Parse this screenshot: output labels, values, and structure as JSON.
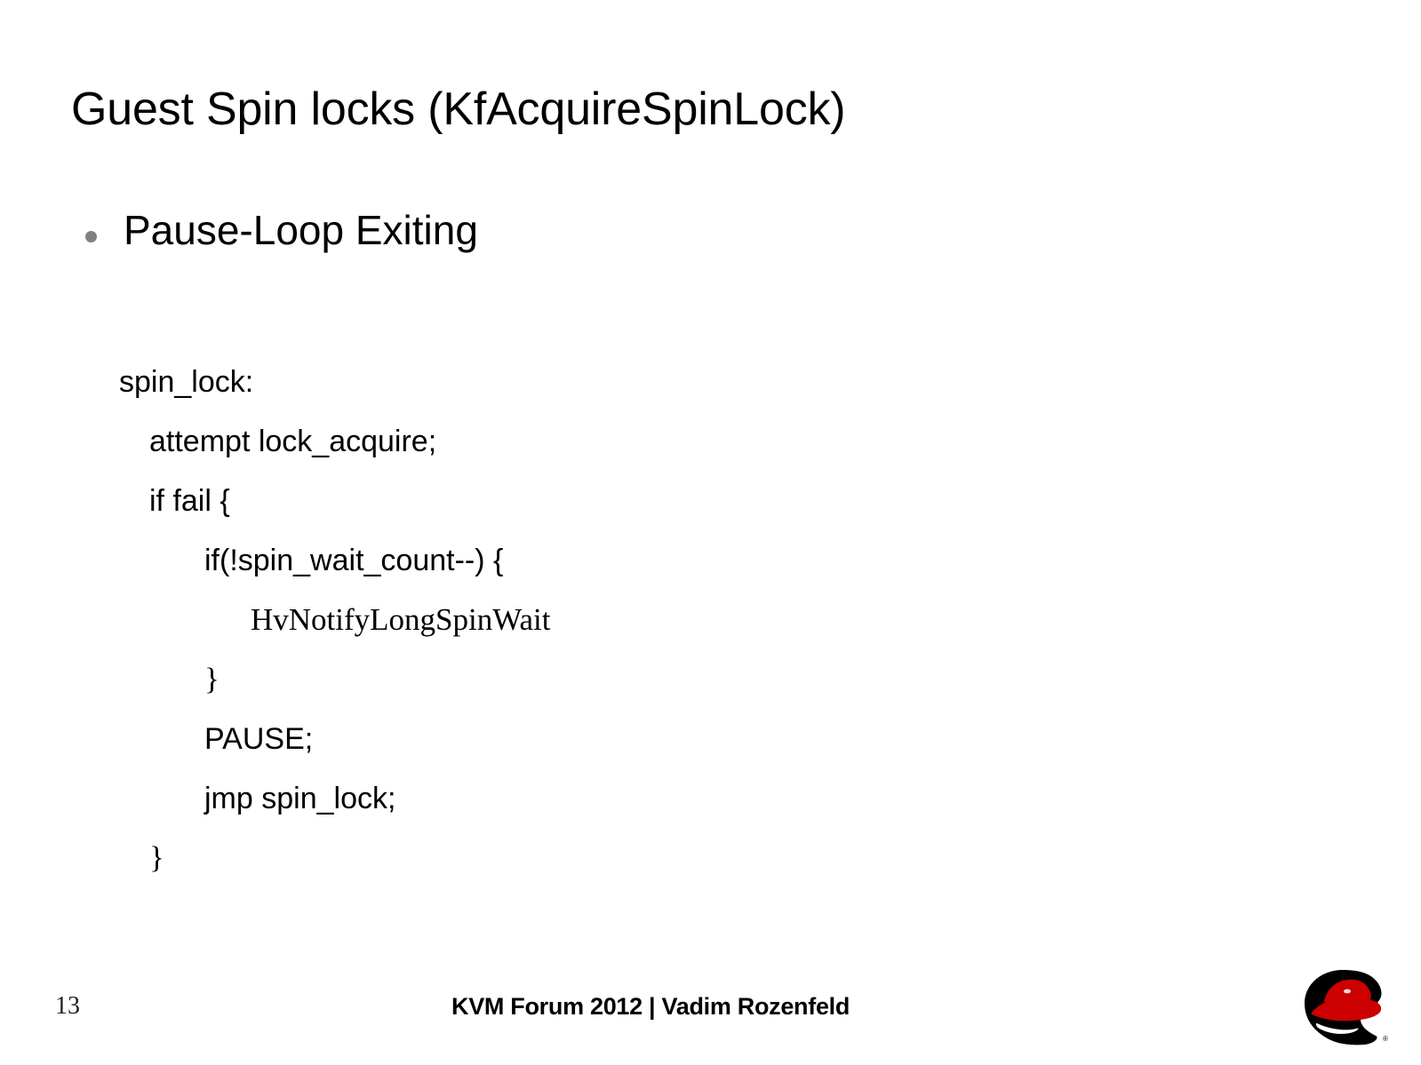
{
  "slide": {
    "title": "Guest Spin locks (KfAcquireSpinLock)",
    "background_color": "#ffffff",
    "text_color": "#000000"
  },
  "bullets": [
    {
      "label": "Pause-Loop Exiting",
      "marker": "bullet-dot",
      "marker_color": "#808080"
    }
  ],
  "code": {
    "lines": [
      {
        "text": "spin_lock:",
        "indent": 0,
        "font": "sans"
      },
      {
        "text": "attempt lock_acquire;",
        "indent": 1,
        "font": "sans"
      },
      {
        "text": "if fail {",
        "indent": 1,
        "font": "sans"
      },
      {
        "text": "if(!spin_wait_count--) {",
        "indent": 2,
        "font": "sans"
      },
      {
        "text": "HvNotifyLongSpinWait",
        "indent": 3,
        "font": "serif"
      },
      {
        "text": "}",
        "indent": 2,
        "font": "serif"
      },
      {
        "text": "PAUSE;",
        "indent": 2,
        "font": "sans"
      },
      {
        "text": "jmp spin_lock;",
        "indent": 2,
        "font": "sans"
      },
      {
        "text": "}",
        "indent": 1,
        "font": "serif"
      }
    ]
  },
  "footer": {
    "page_number": "13",
    "center_text": "KVM Forum 2012 | Vadim Rozenfeld",
    "logo": {
      "name": "red-hat-shadowman-logo",
      "hat_color": "#cc0000",
      "head_color": "#000000",
      "trademark": "®"
    }
  }
}
